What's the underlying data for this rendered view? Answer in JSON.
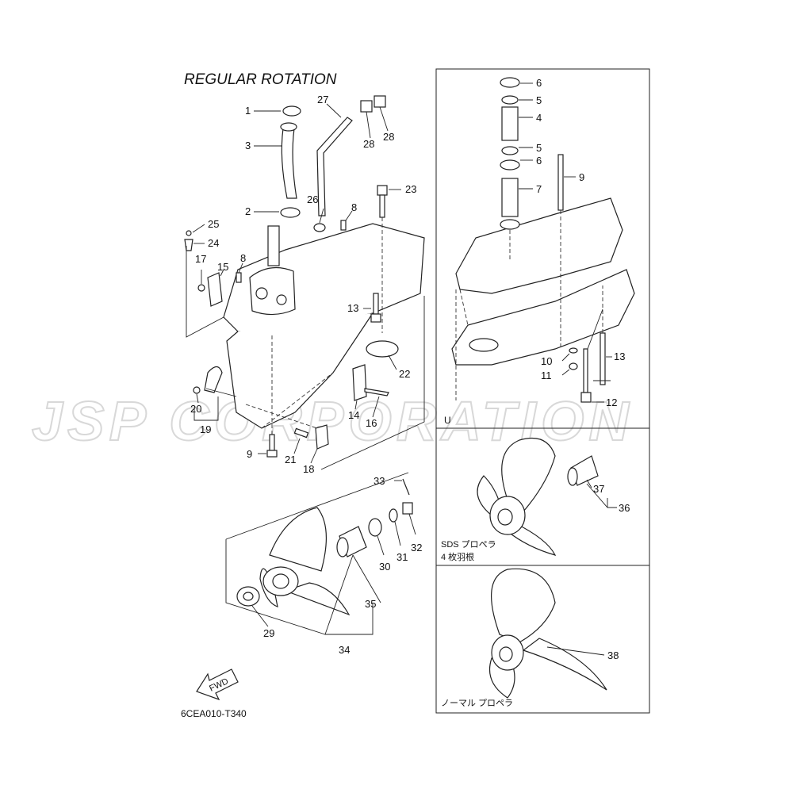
{
  "title": "REGULAR ROTATION",
  "watermark": "JSP CORPORATION",
  "diagram_code": "6CEA010-T340",
  "fwd_label": "FWD",
  "panel_u_label": "U",
  "sds_label_1": "SDS プロペラ",
  "sds_label_2": "4 枚羽根",
  "normal_label": "ノーマル プロペラ",
  "callouts": {
    "c1": "1",
    "c2": "2",
    "c3": "3",
    "c8a": "8",
    "c8b": "8",
    "c9a": "9",
    "c13a": "13",
    "c14": "14",
    "c15": "15",
    "c16": "16",
    "c17": "17",
    "c18": "18",
    "c19": "19",
    "c20": "20",
    "c21": "21",
    "c22": "22",
    "c23": "23",
    "c24": "24",
    "c25": "25",
    "c26": "26",
    "c27": "27",
    "c28a": "28",
    "c28b": "28",
    "c29": "29",
    "c30": "30",
    "c31": "31",
    "c32": "32",
    "c33": "33",
    "c34": "34",
    "c35": "35",
    "r6a": "6",
    "r5a": "5",
    "r4": "4",
    "r5b": "5",
    "r6b": "6",
    "r7": "7",
    "r9": "9",
    "r10": "10",
    "r11": "11",
    "r12": "12",
    "r13": "13",
    "c36": "36",
    "c37": "37",
    "c38": "38"
  }
}
